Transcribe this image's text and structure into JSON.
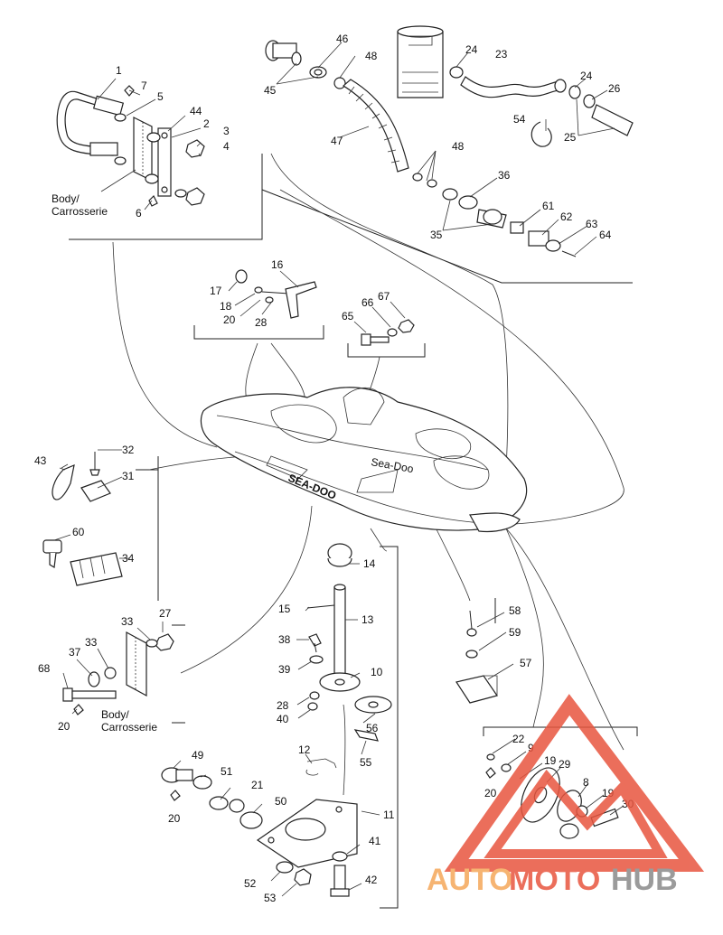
{
  "callouts": [
    {
      "id": "c1",
      "text": "1"
    },
    {
      "id": "c7",
      "text": "7"
    },
    {
      "id": "c5",
      "text": "5"
    },
    {
      "id": "c44",
      "text": "44"
    },
    {
      "id": "c2",
      "text": "2"
    },
    {
      "id": "c3",
      "text": "3"
    },
    {
      "id": "c4",
      "text": "4"
    },
    {
      "id": "c6",
      "text": "6"
    },
    {
      "id": "c46",
      "text": "46"
    },
    {
      "id": "c48a",
      "text": "48"
    },
    {
      "id": "c45",
      "text": "45"
    },
    {
      "id": "c47",
      "text": "47"
    },
    {
      "id": "c48b",
      "text": "48"
    },
    {
      "id": "c36",
      "text": "36"
    },
    {
      "id": "c35",
      "text": "35"
    },
    {
      "id": "c61",
      "text": "61"
    },
    {
      "id": "c62",
      "text": "62"
    },
    {
      "id": "c63",
      "text": "63"
    },
    {
      "id": "c64",
      "text": "64"
    },
    {
      "id": "c24a",
      "text": "24"
    },
    {
      "id": "c23",
      "text": "23"
    },
    {
      "id": "c24b",
      "text": "24"
    },
    {
      "id": "c26",
      "text": "26"
    },
    {
      "id": "c54",
      "text": "54"
    },
    {
      "id": "c25",
      "text": "25"
    },
    {
      "id": "c16",
      "text": "16"
    },
    {
      "id": "c17",
      "text": "17"
    },
    {
      "id": "c18",
      "text": "18"
    },
    {
      "id": "c20a",
      "text": "20"
    },
    {
      "id": "c28a",
      "text": "28"
    },
    {
      "id": "c65",
      "text": "65"
    },
    {
      "id": "c66",
      "text": "66"
    },
    {
      "id": "c67",
      "text": "67"
    },
    {
      "id": "c43",
      "text": "43"
    },
    {
      "id": "c32",
      "text": "32"
    },
    {
      "id": "c31",
      "text": "31"
    },
    {
      "id": "c60",
      "text": "60"
    },
    {
      "id": "c34",
      "text": "34"
    },
    {
      "id": "c14",
      "text": "14"
    },
    {
      "id": "c15",
      "text": "15"
    },
    {
      "id": "c13",
      "text": "13"
    },
    {
      "id": "c38",
      "text": "38"
    },
    {
      "id": "c39",
      "text": "39"
    },
    {
      "id": "c10",
      "text": "10"
    },
    {
      "id": "c28b",
      "text": "28"
    },
    {
      "id": "c40",
      "text": "40"
    },
    {
      "id": "c56",
      "text": "56"
    },
    {
      "id": "c55",
      "text": "55"
    },
    {
      "id": "c12",
      "text": "12"
    },
    {
      "id": "c11",
      "text": "11"
    },
    {
      "id": "c41",
      "text": "41"
    },
    {
      "id": "c42",
      "text": "42"
    },
    {
      "id": "c49",
      "text": "49"
    },
    {
      "id": "c51",
      "text": "51"
    },
    {
      "id": "c21",
      "text": "21"
    },
    {
      "id": "c50",
      "text": "50"
    },
    {
      "id": "c20b",
      "text": "20"
    },
    {
      "id": "c52",
      "text": "52"
    },
    {
      "id": "c53",
      "text": "53"
    },
    {
      "id": "c27",
      "text": "27"
    },
    {
      "id": "c33a",
      "text": "33"
    },
    {
      "id": "c37",
      "text": "37"
    },
    {
      "id": "c33b",
      "text": "33"
    },
    {
      "id": "c68",
      "text": "68"
    },
    {
      "id": "c20c",
      "text": "20"
    },
    {
      "id": "c58",
      "text": "58"
    },
    {
      "id": "c59",
      "text": "59"
    },
    {
      "id": "c57",
      "text": "57"
    },
    {
      "id": "c22",
      "text": "22"
    },
    {
      "id": "c9",
      "text": "9"
    },
    {
      "id": "c19a",
      "text": "19"
    },
    {
      "id": "c29",
      "text": "29"
    },
    {
      "id": "c8",
      "text": "8"
    },
    {
      "id": "c19b",
      "text": "19"
    },
    {
      "id": "c30",
      "text": "30"
    },
    {
      "id": "c20d",
      "text": "20"
    }
  ],
  "notes": {
    "body_top_line1": "Body/",
    "body_top_line2": "Carrosserie",
    "body_mid_line1": "Body/",
    "body_mid_line2": "Carrosserie"
  },
  "hull_labels": {
    "brand": "SEA-DOO",
    "model": "Sea-Doo"
  },
  "watermark": {
    "text_auto": "AUTO",
    "text_moto": "MOTO",
    "text_hub": "HUB",
    "color_red": "#e8553f",
    "color_orange": "#f5a85a",
    "color_gray": "#8a8a8a"
  }
}
